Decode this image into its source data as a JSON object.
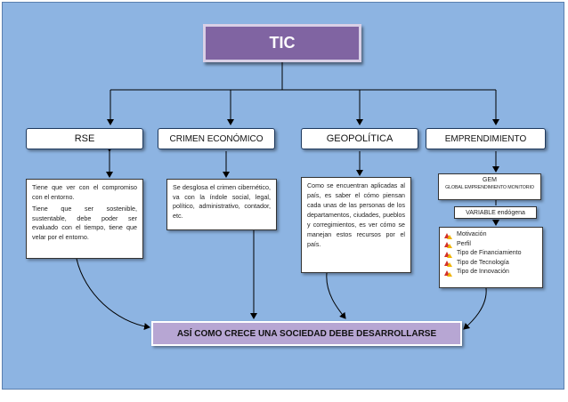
{
  "title": "TIC",
  "categories": {
    "rse": "RSE",
    "crimen": "CRIMEN ECONÓMICO",
    "geo": "GEOPOLÍTICA",
    "emp": "EMPRENDIMIENTO"
  },
  "rse_desc": {
    "p1": "Tiene que ver con el compromiso con el entorno.",
    "p2": "Tiene que ser sostenible, sustentable, debe poder ser evaluado con el tiempo, tiene que velar por el entorno."
  },
  "crimen_desc": "Se desglosa el crimen cibernético, va con la índole social, legal, político, administrativo, contador, etc.",
  "geo_desc": "Como se encuentran aplicadas al país, es saber el cómo piensan cada unas de las personas de los departamentos, ciudades, pueblos y corregimientos, es ver cómo se manejan estos recursos por el país.",
  "gem": {
    "title": "GEM",
    "subtitle": "GLOBAL EMPRENDIMIENTO MONITORIO"
  },
  "variable": "VARIABLE endógena",
  "emp_list": [
    "Motivación",
    "Perfil",
    "Tipo de Financiamiento",
    "Tipo de Tecnología",
    "Tipo de Innovación"
  ],
  "bullet_icon": "arrow-bullet-icon",
  "final": "ASÍ COMO CRECE UNA SOCIEDAD DEBE DESARROLLARSE",
  "colors": {
    "background": "#8db4e2",
    "title_box": "#8064a2",
    "final_box": "#b7a6d3"
  }
}
